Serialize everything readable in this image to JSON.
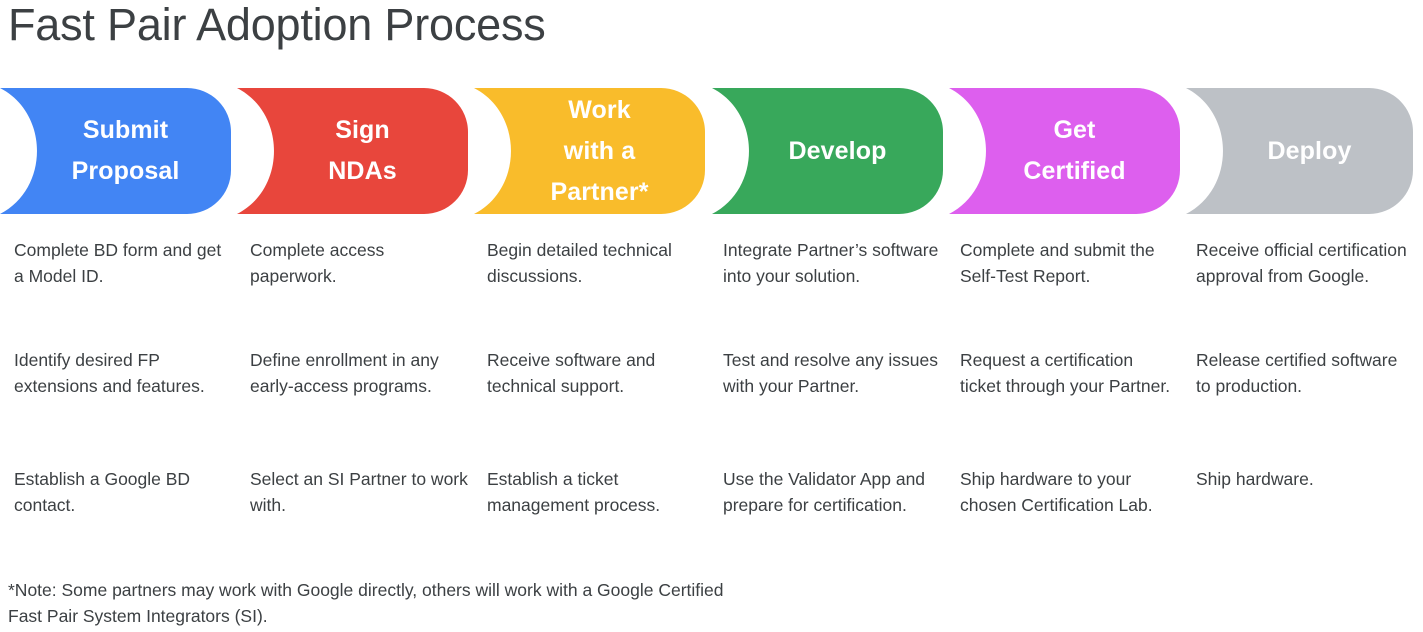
{
  "page": {
    "title": "Fast Pair Adoption Process",
    "background": "#ffffff",
    "text_color": "#3c4043"
  },
  "banner": {
    "steps": [
      {
        "label": "Submit\nProposal",
        "color": "#4285f4",
        "name": "submit-proposal"
      },
      {
        "label": "Sign\nNDAs",
        "color": "#e8463c",
        "name": "sign-ndas"
      },
      {
        "label": "Work\nwith a\nPartner*",
        "color": "#f9bc2b",
        "name": "work-with-a-partner"
      },
      {
        "label": "Develop",
        "color": "#38a85b",
        "name": "develop"
      },
      {
        "label": "Get\nCertified",
        "color": "#dd5fee",
        "name": "get-certified"
      },
      {
        "label": "Deploy",
        "color": "#bdc1c6",
        "name": "deploy"
      }
    ]
  },
  "columns": [
    {
      "step": "Submit Proposal",
      "items": [
        "Complete BD form and get a Model ID.",
        "Identify desired FP extensions and features.",
        "Establish a Google BD contact."
      ]
    },
    {
      "step": "Sign NDAs",
      "items": [
        "Complete access paperwork.",
        "Define enrollment in any early-access programs.",
        "Select an SI Partner to work with."
      ]
    },
    {
      "step": "Work with a Partner",
      "items": [
        "Begin detailed technical discussions.",
        "Receive software and technical support.",
        "Establish a ticket management process."
      ]
    },
    {
      "step": "Develop",
      "items": [
        "Integrate Partner’s software into your solution.",
        "Test and resolve any issues with your Partner.",
        "Use the Validator App and prepare for certification."
      ]
    },
    {
      "step": "Get Certified",
      "items": [
        "Complete and submit the Self-Test Report.",
        "Request a certification ticket through your Partner.",
        "Ship hardware to your chosen Certification Lab."
      ]
    },
    {
      "step": "Deploy",
      "items": [
        "Receive official certification approval from Google.",
        "Release certified software to production.",
        "Ship hardware."
      ]
    }
  ],
  "footnote": {
    "text": "*Note: Some partners may work with Google directly, others will work with a Google Certified Fast Pair System Integrators (SI)."
  }
}
